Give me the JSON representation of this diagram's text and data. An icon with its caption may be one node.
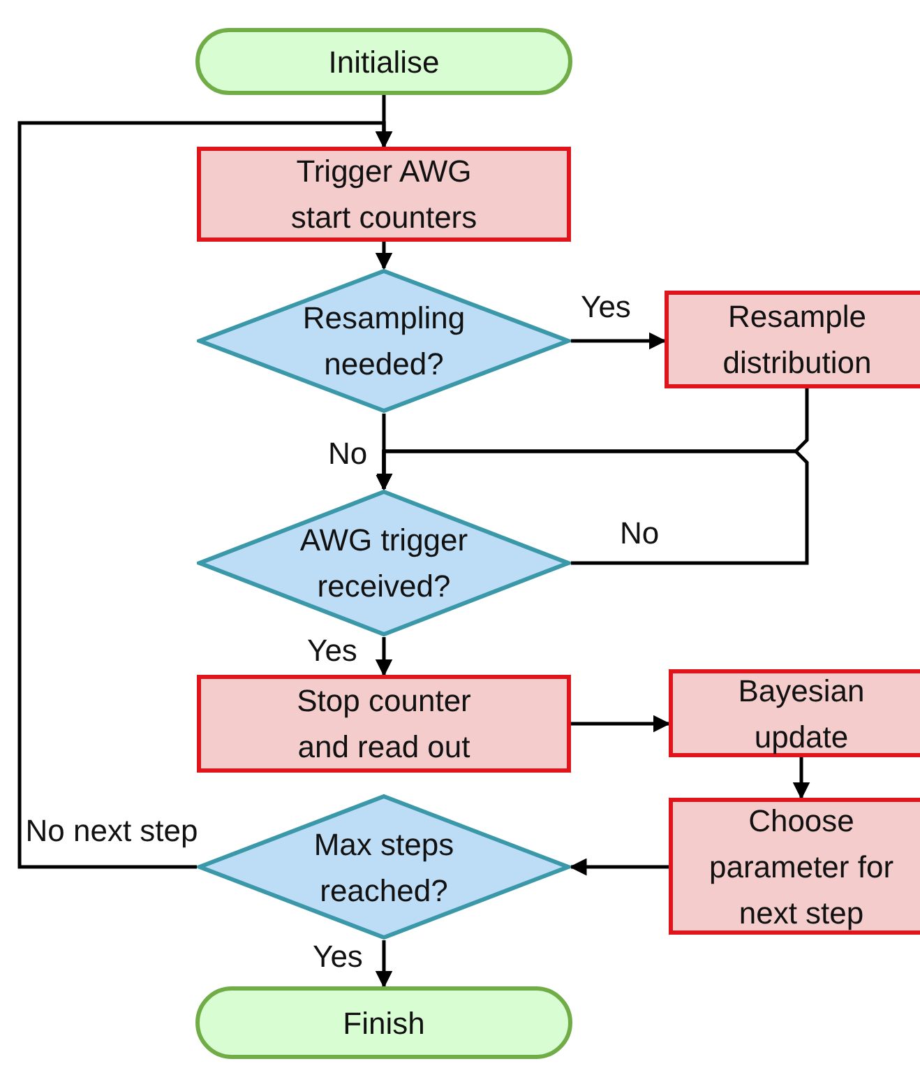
{
  "diagram": {
    "nodes": [
      {
        "text": [
          "Initialise"
        ]
      },
      {
        "text": [
          "Trigger AWG start counters"
        ]
      },
      {
        "text": [
          "Resampling needed?"
        ]
      },
      {
        "text": [
          "Resample distribution"
        ]
      },
      {
        "text": [
          "AWG trigger received?"
        ]
      },
      {
        "text": [
          "Stop counter and read out"
        ]
      },
      {
        "text": [
          "Bayesian update"
        ]
      },
      {
        "text": [
          "Choose parameter for next step"
        ]
      },
      {
        "text": [
          "Max steps reached?"
        ]
      },
      {
        "text": [
          "Finish"
        ]
      }
    ],
    "edges": [
      {
        "from": 0,
        "to": 1,
        "arrow": "to"
      },
      {
        "from": 1,
        "to": 2,
        "arrow": "to"
      },
      {
        "from": 2,
        "to": 3,
        "arrow": "to",
        "label": "Yes"
      },
      {
        "from": 2,
        "to": 4,
        "arrow": "to",
        "label": "No"
      },
      {
        "from": 3,
        "to": 4,
        "arrow": "to"
      },
      {
        "from": 4,
        "to": 4,
        "arrow": "to",
        "label": "No"
      },
      {
        "from": 4,
        "to": 5,
        "arrow": "to",
        "label": "Yes"
      },
      {
        "from": 5,
        "to": 6,
        "arrow": "to"
      },
      {
        "from": 6,
        "to": 7,
        "arrow": "to"
      },
      {
        "from": 7,
        "to": 8,
        "arrow": "to"
      },
      {
        "from": 8,
        "to": 9,
        "arrow": "to",
        "label": "Yes"
      },
      {
        "from": 8,
        "to": 1,
        "arrow": "to",
        "label": "No next step"
      }
    ]
  }
}
